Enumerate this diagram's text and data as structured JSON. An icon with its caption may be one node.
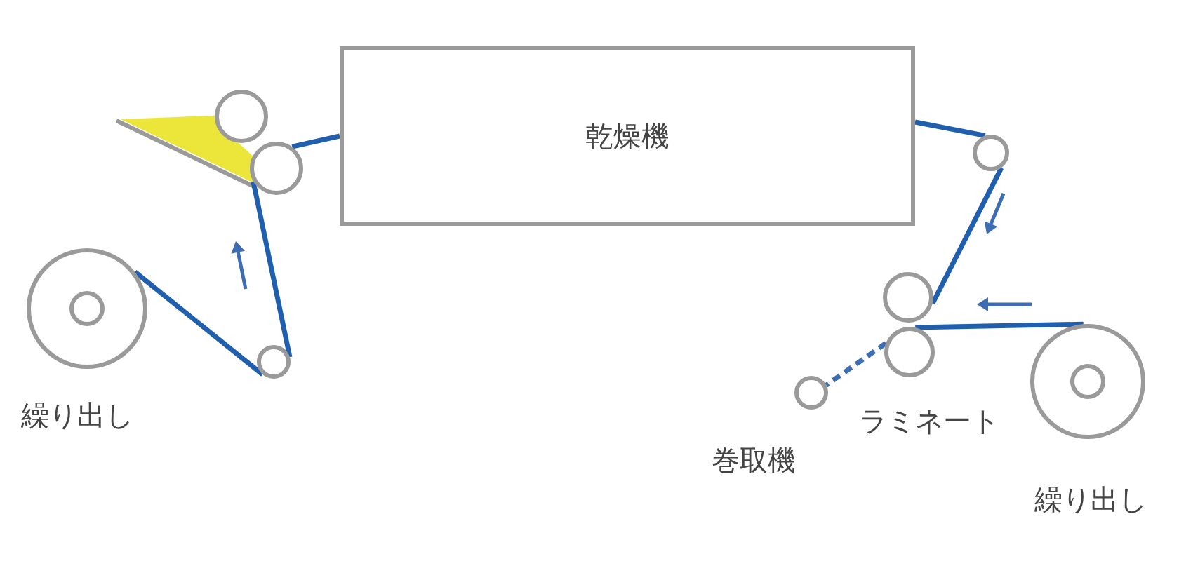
{
  "diagram": {
    "nodes": [
      {
        "text": [
          "乾燥機"
        ]
      },
      {
        "text": [],
        "shape": "circle",
        "beside": [
          "繰り出し"
        ]
      },
      {
        "text": [],
        "shape": "circle"
      },
      {
        "text": [],
        "shape": "circle"
      },
      {
        "text": [],
        "shape": "circle"
      },
      {
        "text": [],
        "shape": "circle"
      },
      {
        "text": [],
        "shape": "circle"
      },
      {
        "text": [],
        "shape": "circle",
        "beside": [
          "ラミネート"
        ]
      },
      {
        "text": [],
        "shape": "circle",
        "beside": [
          "巻取機"
        ]
      },
      {
        "text": [],
        "shape": "circle",
        "beside": [
          "繰り出し"
        ]
      }
    ],
    "edges": [
      {
        "from": 1,
        "to": 2,
        "arrow": "none"
      },
      {
        "from": 2,
        "to": 3,
        "arrow": "none"
      },
      {
        "from": 3,
        "to": 0,
        "arrow": "none"
      },
      {
        "from": 0,
        "to": 5,
        "arrow": "none"
      },
      {
        "from": 5,
        "to": 6,
        "arrow": "none"
      },
      {
        "from": 9,
        "to": 7,
        "arrow": "none"
      },
      {
        "from": 7,
        "to": 8,
        "arrow": "none",
        "style": "dashed",
        "color": "#3d6db3"
      }
    ]
  }
}
